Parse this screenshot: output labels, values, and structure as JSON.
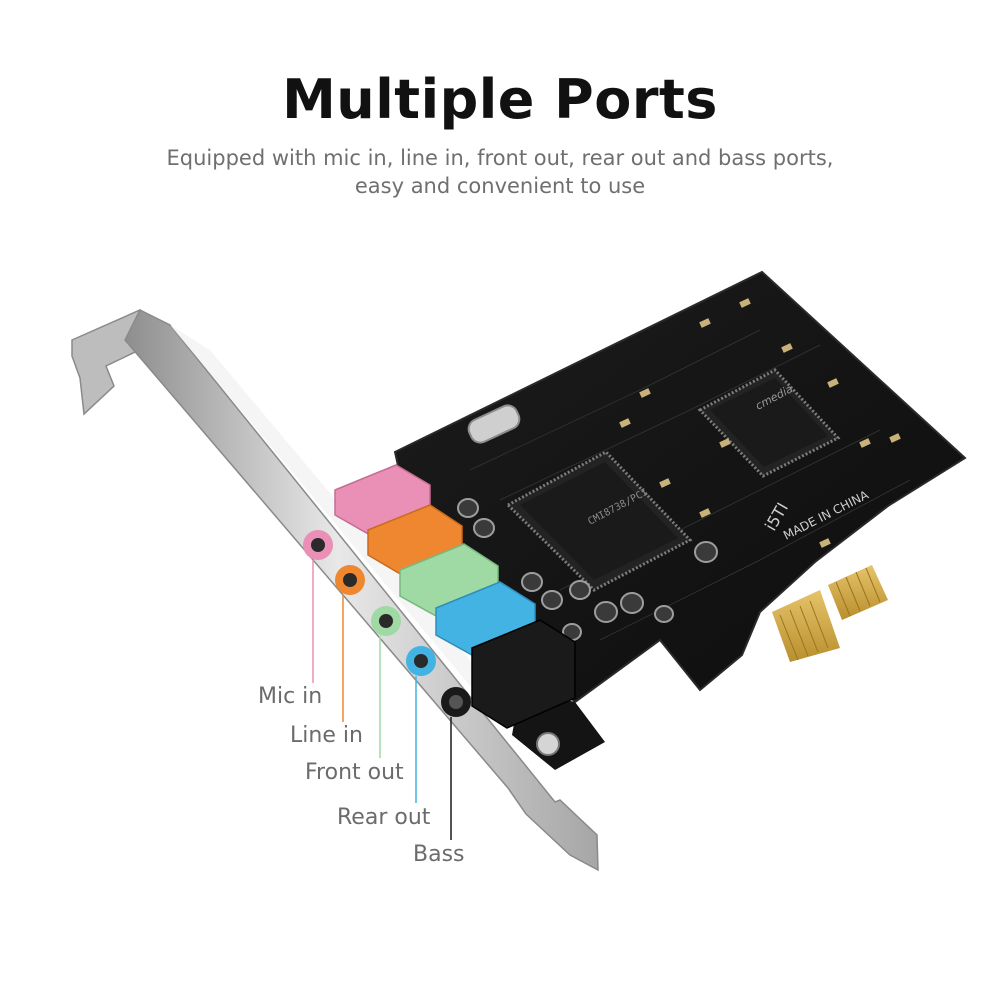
{
  "header": {
    "title": "Multiple Ports",
    "subtitle_line1": "Equipped with mic in, line in, front out, rear out and bass ports,",
    "subtitle_line2": "easy and convenient to use"
  },
  "board_print": {
    "made_in": "MADE IN CHINA",
    "chip_brand": "cmedia",
    "model": "i5TI"
  },
  "ports": [
    {
      "label": "Mic in",
      "color": "#ea8fb6"
    },
    {
      "label": "Line in",
      "color": "#ef8730"
    },
    {
      "label": "Front out",
      "color": "#9fd9a4"
    },
    {
      "label": "Rear out",
      "color": "#43b3e3"
    },
    {
      "label": "Bass",
      "color": "#1a1a1a"
    }
  ]
}
